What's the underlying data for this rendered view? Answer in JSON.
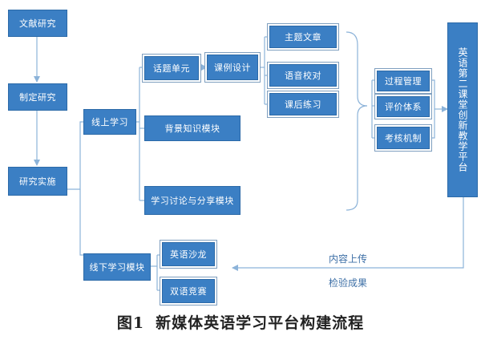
{
  "nodes": {
    "literature_study": "文献研究",
    "plan_study": "制定研究",
    "implement_study": "研究实施",
    "online_learning": "线上学习",
    "topic_unit": "话题单元",
    "case_design": "课例设计",
    "theme_article": "主题文章",
    "pronunciation": "语音校对",
    "after_class_practice": "课后练习",
    "background_module": "背景知识模块",
    "discussion_module": "学习讨论与分享模块",
    "offline_module": "线下学习模块",
    "english_salon": "英语沙龙",
    "bilingual_contest": "双语竞赛",
    "process_management": "过程管理",
    "evaluation_system": "评价体系",
    "assessment_mechanism": "考核机制",
    "platform": "英语第二课堂创新教学平台"
  },
  "edges": {
    "content_upload": "内容上传",
    "test_results": "检验成果"
  },
  "caption": {
    "figure_number": "图1",
    "title": "新媒体英语学习平台构建流程"
  },
  "colors": {
    "node_fill": "#3b7fc4",
    "connector": "#8cb3d9",
    "label_text": "#3d6fa6"
  }
}
